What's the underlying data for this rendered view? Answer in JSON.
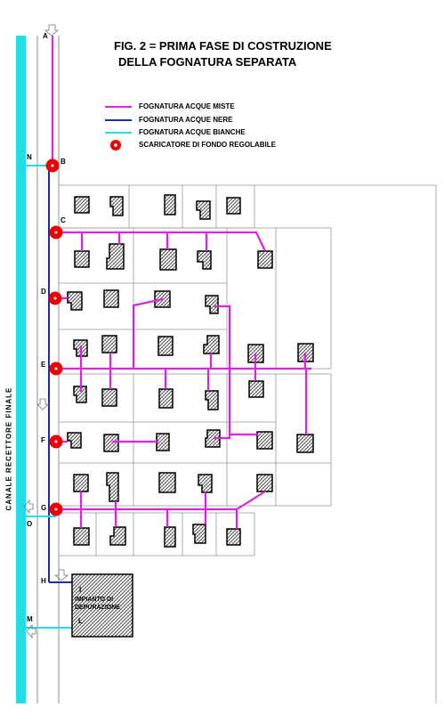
{
  "title": {
    "line1": "FIG. 2 = PRIMA FASE DI COSTRUZIONE",
    "line2": "DELLA FOGNATURA SEPARATA"
  },
  "legend": {
    "mixed": "FOGNATURA ACQUE MISTE",
    "black": "FOGNATURA ACQUE NERE",
    "white": "FOGNATURA ACQUE BIANCHE",
    "valve": "SCARICATORE DI FONDO REGOLABILE"
  },
  "canal_label": "CANALE RECETTORE FINALE",
  "nodes": [
    "A",
    "B",
    "C",
    "D",
    "E",
    "F",
    "G",
    "H",
    "I",
    "L",
    "M",
    "N",
    "O"
  ],
  "plant": {
    "line1": "IMPIANTO DI",
    "line2": "DEPURAZIONE"
  },
  "colors": {
    "mixed": "#dd22dd",
    "black": "#1a2fae",
    "white": "#22dde6",
    "valve": "#ee0000",
    "hatch": "#555555"
  }
}
